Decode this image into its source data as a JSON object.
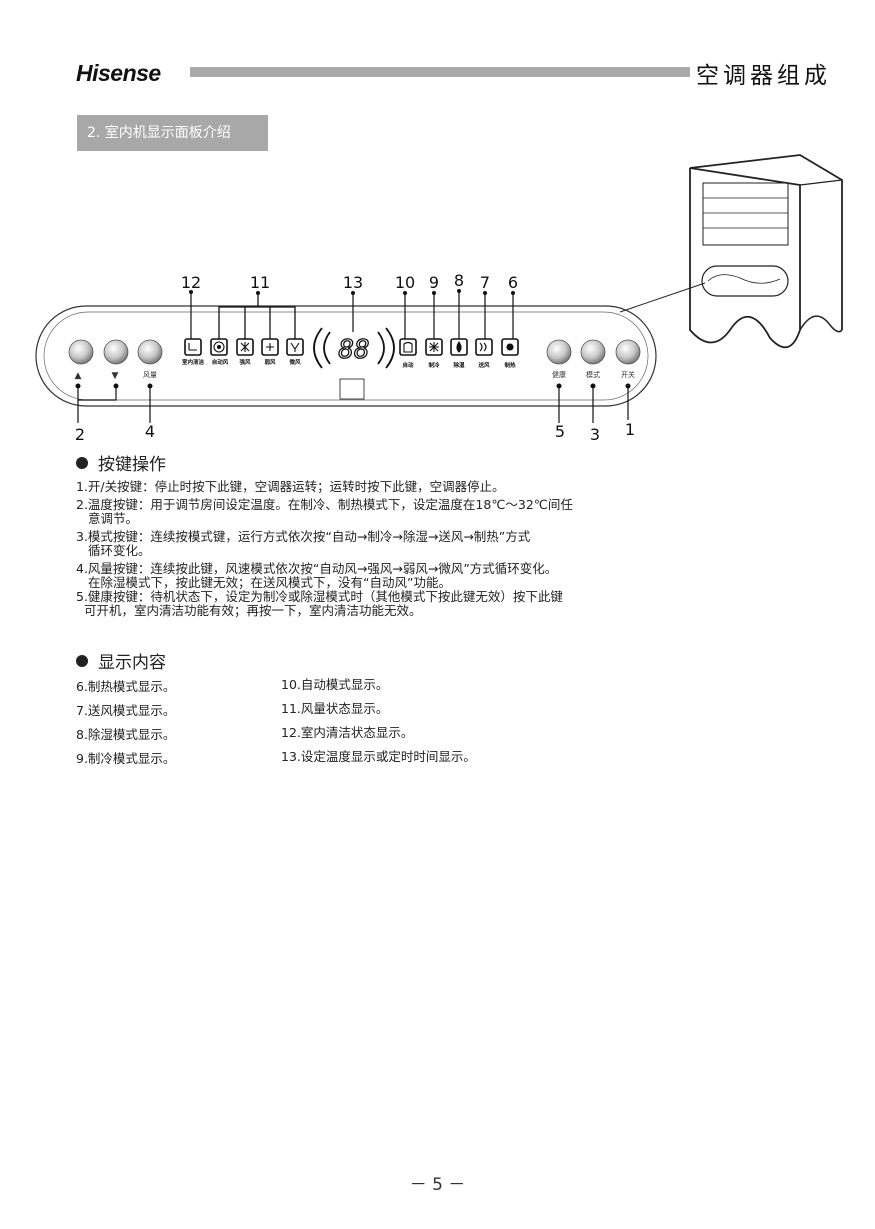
{
  "header": {
    "brand": "Hisense",
    "title": "空调器组成"
  },
  "section_tag": "2. 室内机显示面板介绍",
  "panel": {
    "callouts_top": [
      "12",
      "11",
      "13",
      "10",
      "9",
      "8",
      "7",
      "6"
    ],
    "callouts_bottom": [
      "2",
      "4",
      "5",
      "3",
      "1"
    ],
    "icon_labels": [
      "室内清洁",
      "自动风",
      "强风",
      "弱风",
      "微风",
      "自动",
      "制冷",
      "除湿",
      "送风",
      "制热"
    ],
    "display_digits": "88",
    "button_labels": {
      "up": "▲",
      "down": "▼",
      "fan": "风量",
      "health": "健康",
      "mode": "模式",
      "power": "开关"
    }
  },
  "keys_section": {
    "heading": "按键操作",
    "items": [
      {
        "line1": "1.开/关按键：停止时按下此键，空调器运转；运转时按下此键，空调器停止。",
        "line2": ""
      },
      {
        "line1": "2.温度按键：用于调节房间设定温度。在制冷、制热模式下，设定温度在18℃～32℃间任",
        "line2": "意调节。"
      },
      {
        "line1": "3.模式按键：连续按模式键，运行方式依次按“自动→制冷→除湿→送风→制热”方式",
        "line2": "循环变化。"
      },
      {
        "line1": "4.风量按键：连续按此键，风速模式依次按“自动风→强风→弱风→微风”方式循环变化。",
        "line2": "在除湿模式下，按此键无效；在送风模式下，没有“自动风”功能。"
      },
      {
        "line1": "5.健康按键：待机状态下，设定为制冷或除湿模式时（其他模式下按此键无效）按下此键",
        "line2": "可开机，室内清洁功能有效；再按一下，室内清洁功能无效。"
      }
    ]
  },
  "display_section": {
    "heading": "显示内容",
    "left": [
      "6.制热模式显示。",
      "7.送风模式显示。",
      "8.除湿模式显示。",
      "9.制冷模式显示。"
    ],
    "right": [
      "10.自动模式显示。",
      "11.风量状态显示。",
      "12.室内清洁状态显示。",
      "13.设定温度显示或定时时间显示。"
    ]
  },
  "page_number": "－ 5 －"
}
